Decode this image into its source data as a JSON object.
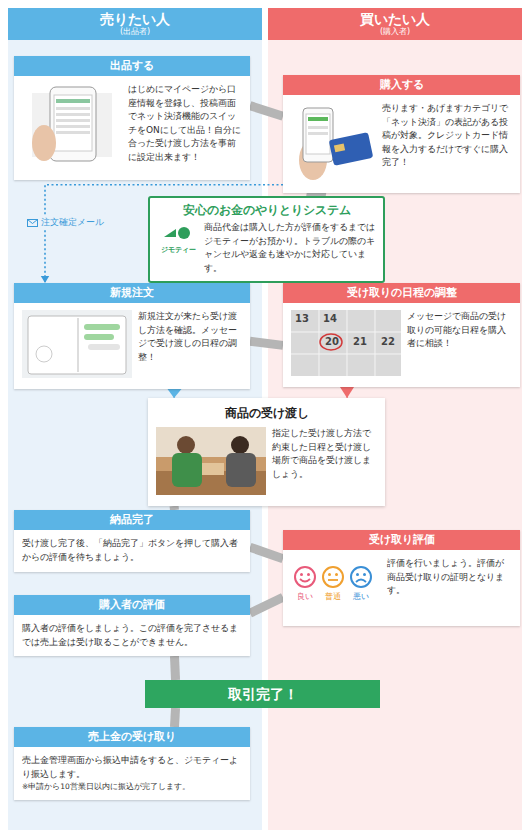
{
  "diagram": {
    "nodes": [
      {
        "text": [
          "売りたい人",
          "(出品者)"
        ]
      },
      {
        "text": [
          "買いたい人",
          "(購入者)"
        ]
      },
      {
        "text": [
          "出品する",
          "はじめにマイページから口座情報を登録し、投稿画面でネット決済機能のスイッチをONにして出品！自分に合った受け渡し方法を事前に設定出来ます！"
        ]
      },
      {
        "text": [
          "購入する",
          "売ります・あげますカテゴリで「ネット決済」の表記がある投稿が対象。クレジットカード情報を入力するだけですぐに購入完了！"
        ]
      },
      {
        "text": [
          "安心のお金のやりとりシステム",
          "商品代金は購入した方が評価をするまではジモティーがお預かり。トラブルの際のキャンセルや返金も速やかに対応しています。"
        ]
      },
      {
        "text": [
          "新規注文",
          "新規注文が来たら受け渡し方法を確認。メッセージで受け渡しの日程の調整！"
        ]
      },
      {
        "text": [
          "受け取りの日程の調整",
          "メッセージで商品の受け取りの可能な日程を購入者に相談！"
        ]
      },
      {
        "text": [
          "商品の受け渡し",
          "指定した受け渡し方法で約束した日程と受け渡し場所で商品を受け渡しましょう。"
        ]
      },
      {
        "text": [
          "納品完了",
          "受け渡し完了後、「納品完了」ボタンを押して購入者からの評価を待ちましょう。"
        ]
      },
      {
        "text": [
          "受け取り評価",
          "評価を行いましょう。評価が商品受け取りの証明となります。"
        ]
      },
      {
        "text": [
          "購入者の評価",
          "購入者の評価をしましょう。この評価を完了させるまでは売上金は受け取ることができません。"
        ]
      },
      {
        "text": [
          "取引完了！"
        ]
      },
      {
        "text": [
          "売上金の受け取り",
          "売上金管理画面から振込申請をすると、ジモティーより振込します。",
          "※申請から10営業日以内に振込が完了します。"
        ]
      }
    ],
    "edges": [
      {
        "from": 2,
        "to": 3,
        "arrow": "none"
      },
      {
        "from": 3,
        "to": 4,
        "arrow": "none"
      },
      {
        "from": 3,
        "to": 5,
        "label": "注文確定メール",
        "arrow": "to"
      },
      {
        "from": 4,
        "to": 5,
        "arrow": "none"
      },
      {
        "from": 5,
        "to": 6,
        "arrow": "none"
      },
      {
        "from": 5,
        "to": 7,
        "arrow": "to"
      },
      {
        "from": 6,
        "to": 7,
        "arrow": "to"
      },
      {
        "from": 7,
        "to": 8,
        "arrow": "none"
      },
      {
        "from": 8,
        "to": 9,
        "arrow": "none"
      },
      {
        "from": 9,
        "to": 10,
        "arrow": "none"
      },
      {
        "from": 10,
        "to": 11,
        "arrow": "none"
      },
      {
        "from": 11,
        "to": 12,
        "arrow": "none"
      }
    ],
    "labels": [
      "ジモティー",
      "13",
      "14",
      "20",
      "21",
      "22",
      "良い",
      "普通",
      "悪い"
    ]
  }
}
